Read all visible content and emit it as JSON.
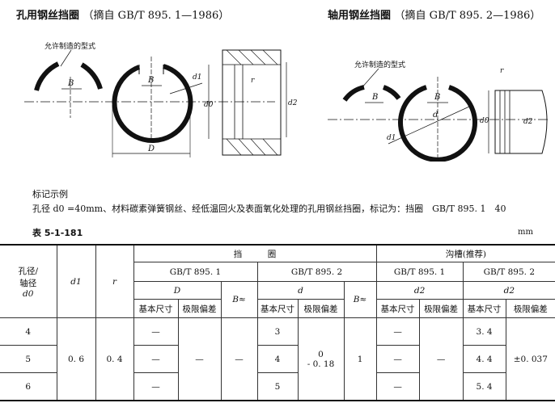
{
  "left_title": {
    "name": "孔用钢丝挡圈",
    "source": "（摘自 GB/T 895. 1—1986）"
  },
  "right_title": {
    "name": "轴用钢丝挡圈",
    "source": "（摘自 GB/T 895. 2—1986）"
  },
  "drawing_labels": {
    "allowed_form": "允许制造的型式",
    "B": "B",
    "D": "D",
    "d": "d",
    "d0": "d0",
    "d1": "d1",
    "d2": "d2",
    "r": "r"
  },
  "marking_example": {
    "heading": "标记示例",
    "text": "孔径 d0 =40mm、材料碳素弹簧钢丝、经低温回火及表面氧化处理的孔用钢丝挡圈，标记为：挡圈　GB/T 895. 1　40"
  },
  "table": {
    "caption": "表 5-1-181",
    "unit": "mm",
    "headers": {
      "bore_shaft": [
        "孔径/",
        "轴径",
        "d0"
      ],
      "d1": "d1",
      "r": "r",
      "retaining_ring": "挡　　　圈",
      "groove": "沟槽(推荐)",
      "gb1": "GB/T 895. 1",
      "gb2": "GB/T 895. 2",
      "D": "D",
      "d": "d",
      "d2": "d2",
      "B": "B≈",
      "basic": "基本尺寸",
      "deviation": "极限偏差"
    },
    "rows": [
      {
        "d0": "4",
        "D_basic": "—",
        "d_basic": "3",
        "groove1_basic": "—",
        "groove2_basic": "3. 4"
      },
      {
        "d0": "5",
        "D_basic": "—",
        "d_basic": "4",
        "groove1_basic": "—",
        "groove2_basic": "4. 4"
      },
      {
        "d0": "6",
        "D_basic": "—",
        "d_basic": "5",
        "groove1_basic": "—",
        "groove2_basic": "5. 4"
      }
    ],
    "merged": {
      "d1": "0. 6",
      "r": "0. 4",
      "D_dev": "—",
      "B1": "—",
      "d_dev_upper": "0",
      "d_dev_lower": "- 0. 18",
      "B2": "1",
      "groove1_dev": "—",
      "groove2_dev": "±0. 037"
    }
  }
}
